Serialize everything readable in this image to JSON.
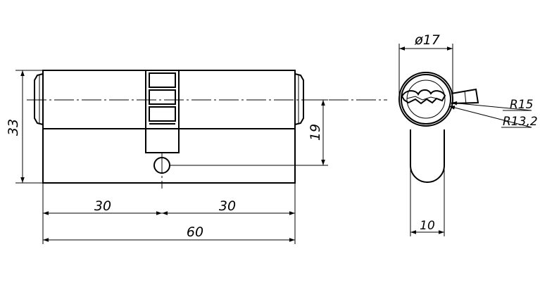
{
  "drawing": {
    "dimensions": {
      "overall_height": "33",
      "axis_height": "19",
      "left_length": "30",
      "right_length": "30",
      "total_length": "60",
      "diameter": "ø17",
      "outer_radius": "R15",
      "inner_radius": "R13,2",
      "cam_width": "10"
    }
  }
}
